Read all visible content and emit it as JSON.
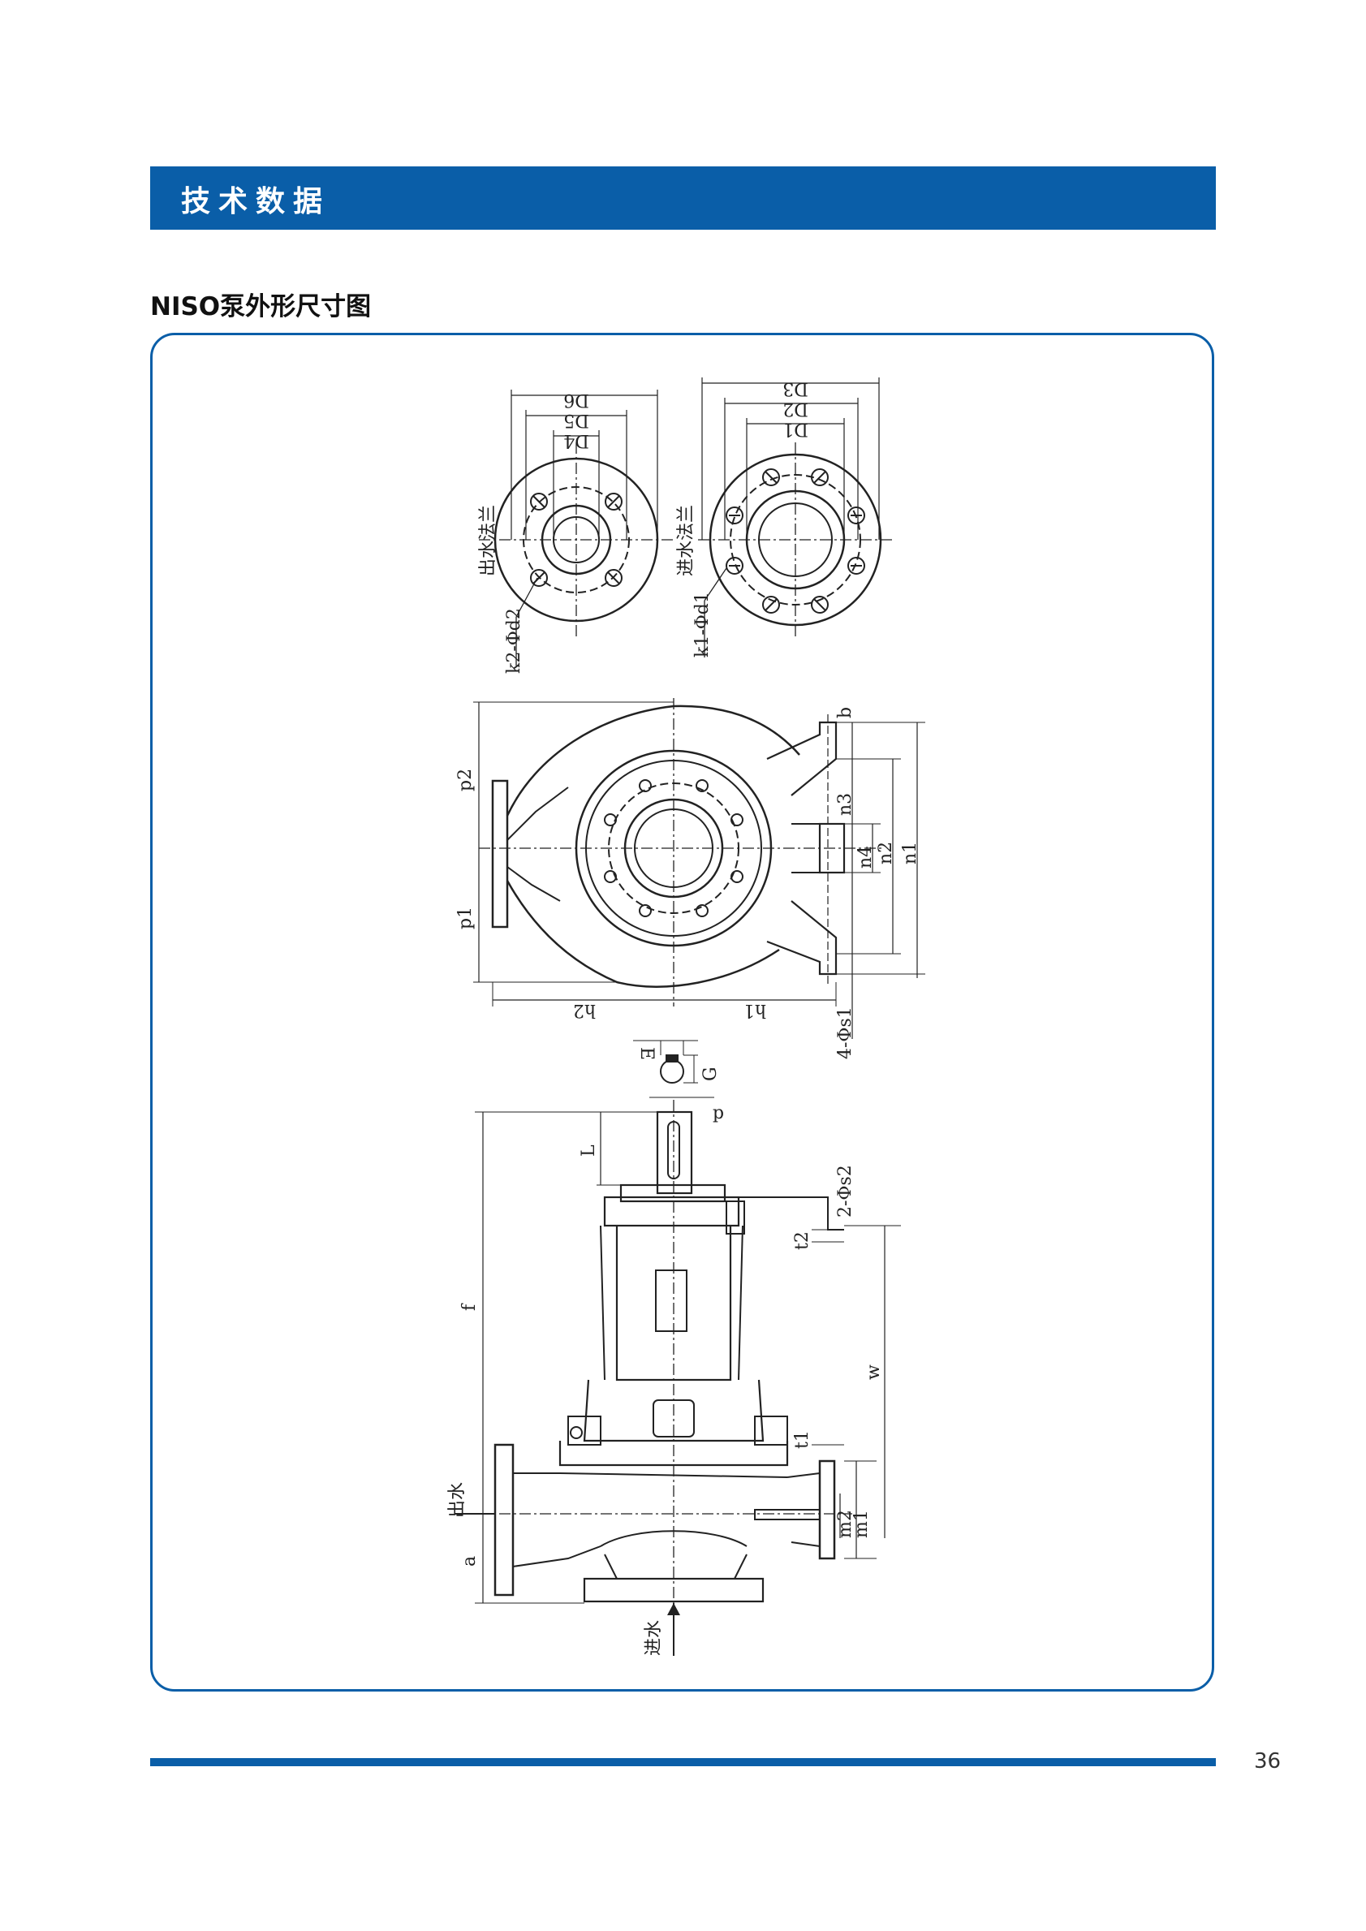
{
  "header": {
    "title": "技术数据"
  },
  "section": {
    "title": "NISO泵外形尺寸图"
  },
  "page": {
    "number": "36"
  },
  "colors": {
    "accent": "#0a5ea8",
    "line": "#222222"
  },
  "diagram": {
    "outlet_flange": {
      "caption": "出水法兰",
      "hole_label": "k2-Φd2",
      "dims": [
        "D6",
        "D5",
        "D4"
      ]
    },
    "inlet_flange": {
      "caption": "进水法兰",
      "hole_label": "k1-Φd1",
      "dims": [
        "D3",
        "D2",
        "D1"
      ]
    },
    "top_view": {
      "left_dims": [
        "p2",
        "p1"
      ],
      "bottom_dims": [
        "h2",
        "h1"
      ],
      "right_dims": [
        "b",
        "n3",
        "n4",
        "n2",
        "n1"
      ],
      "foot_hole": "4-Φs1"
    },
    "shaft_detail": {
      "labels": [
        "E",
        "G",
        "p"
      ]
    },
    "side_view": {
      "left_dims": [
        "f",
        "a"
      ],
      "shaft_dim": "L",
      "right_dims": [
        "2-Φs2",
        "t2",
        "w",
        "t1",
        "m2",
        "m1"
      ],
      "outlet_label": "出水",
      "inlet_label": "进水"
    }
  }
}
